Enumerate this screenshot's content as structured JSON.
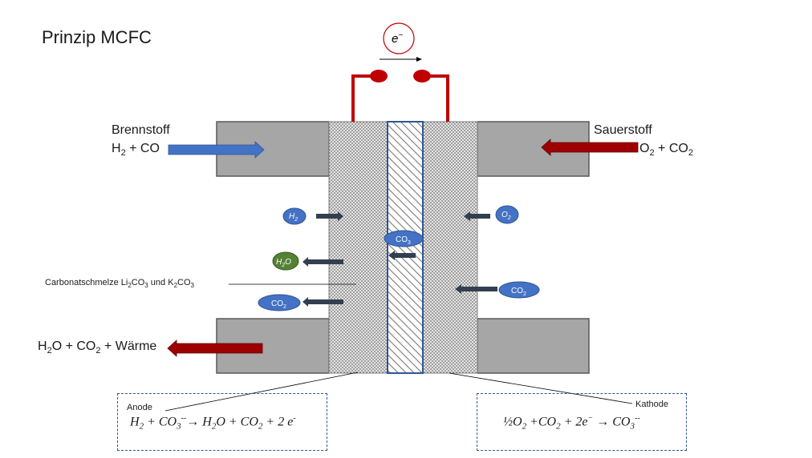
{
  "title": "Prinzip MCFC",
  "electron": {
    "label": "e",
    "sup": "−"
  },
  "fuel": {
    "name": "Brennstoff",
    "parts": [
      "H",
      "2",
      " + CO"
    ]
  },
  "oxidant": {
    "name": "Sauerstoff",
    "parts": [
      "O",
      "2",
      " + CO",
      "2",
      ""
    ]
  },
  "exhaust": {
    "parts": [
      "H",
      "2",
      "O + CO",
      "2",
      " + Wärme"
    ]
  },
  "electrolyte_label": {
    "parts": [
      "Carbonatschmelze Li",
      "2",
      "CO",
      "3",
      " und K",
      "2",
      "CO",
      "3",
      ""
    ]
  },
  "species": {
    "h2": {
      "main": "H",
      "sub": "2"
    },
    "o2": {
      "main": "O",
      "sub": "2"
    },
    "h2o": {
      "a": "H",
      "b": "2",
      "c": "O"
    },
    "co3": {
      "main": "CO",
      "sub": "3"
    },
    "co2": {
      "main": "CO",
      "sub": "2"
    }
  },
  "anode": {
    "label": "Anode",
    "equation_parts": [
      "H",
      "2",
      " + CO",
      "3",
      "--",
      "→  H",
      "2",
      "O + CO",
      "2",
      " + 2 e",
      "-"
    ]
  },
  "cathode": {
    "label": "Kathode",
    "equation_parts": [
      "½O",
      "2",
      " +CO",
      "2",
      " +  2e",
      "−",
      " → CO",
      "3",
      "--"
    ]
  },
  "colors": {
    "block": "#a6a6a6",
    "block_border": "#595959",
    "wire": "#c00000",
    "arrow_blue": "#4472c4",
    "arrow_red": "#9e0000",
    "arrow_dark": "#333f50",
    "oval_blue": "#4472c4",
    "oval_green": "#548235",
    "membrane_border": "#2f5597"
  }
}
